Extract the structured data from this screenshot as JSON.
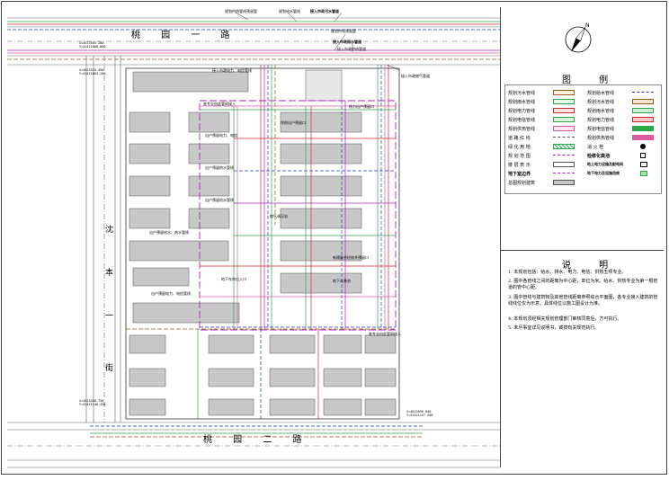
{
  "plan": {
    "roads": {
      "north": "桃 园 一 路",
      "south": "桃 园 二 路",
      "west": [
        "沈",
        "本",
        "一",
        "街"
      ]
    },
    "tags": [
      "规划供热管线预留管",
      "规划给水管线",
      "接入市政污水管道",
      "规划供电预留管",
      "接入市政雨水管道",
      "接入市政供热管道",
      "接入市政燃气管道",
      "各专业由此管网接入",
      "接入市政电力、电信管线",
      "出户预留电力、电信",
      "出户预留热水管线",
      "出户预留给水管线",
      "出户预留给水、热水管线",
      "出户预留电力、电信管线",
      "排热出户预留口",
      "燃气调压站",
      "新建联合检修井预留口",
      "地下车库出入口",
      "地下化粪池",
      "热力出户预留口",
      "各专业由此管网接入"
    ],
    "coords": [
      "X=4613585.280",
      "Y=41421066.800",
      "X=4613525.450",
      "Y=41421063.200",
      "X=4613450.750",
      "Y=41421148.450",
      "X=4613090.840",
      "Y=41421157.200"
    ]
  },
  "legend": {
    "title": "图 例",
    "items_left": [
      "规划污水管线",
      "规划雨水管线",
      "规划电力管线",
      "规划电信管线",
      "规划供热管线",
      "道 路 红 线",
      "绿 化 用 地",
      "规 划 范 围",
      "楼 层 表 示",
      "地下室边界",
      "总图规划建筑"
    ],
    "items_right": [
      "规划给水管线",
      "规划污水管线",
      "规划雨水管线",
      "规划电力管线",
      "规划电信管线",
      "规划供热管线",
      "消 火 栓",
      "检修化粪池",
      "地上电力设施及配电间",
      "地下电力及设施用房"
    ]
  },
  "notes": {
    "title": "说 明",
    "lines": [
      "1. 本规划包括：给水、排水、电力、电信、供热五项专业。",
      "2. 图中各管线之间的距离为中心距，单位为米。给水、供热专业为第一根管道的管中心距。",
      "3. 图中管线与建筑物及其他管线距离参照综合平面图，各专业接入建筑的管线线位仅为示意，具体线位以施工图设计为准。",
      "4. 本规划须经相关规划管理部门审核同意后，方可执行。",
      "5. 未尽事宜详见说明书，或按有关规范执行。"
    ]
  },
  "colors": {
    "water": "#1f3fbf",
    "sewage": "#9a5a1a",
    "rain": "#2aa84a",
    "power": "#d62a2a",
    "telecom": "#b020c0",
    "heat": "#e05aa0",
    "road": "#888888",
    "building": "#c8c8c8"
  }
}
